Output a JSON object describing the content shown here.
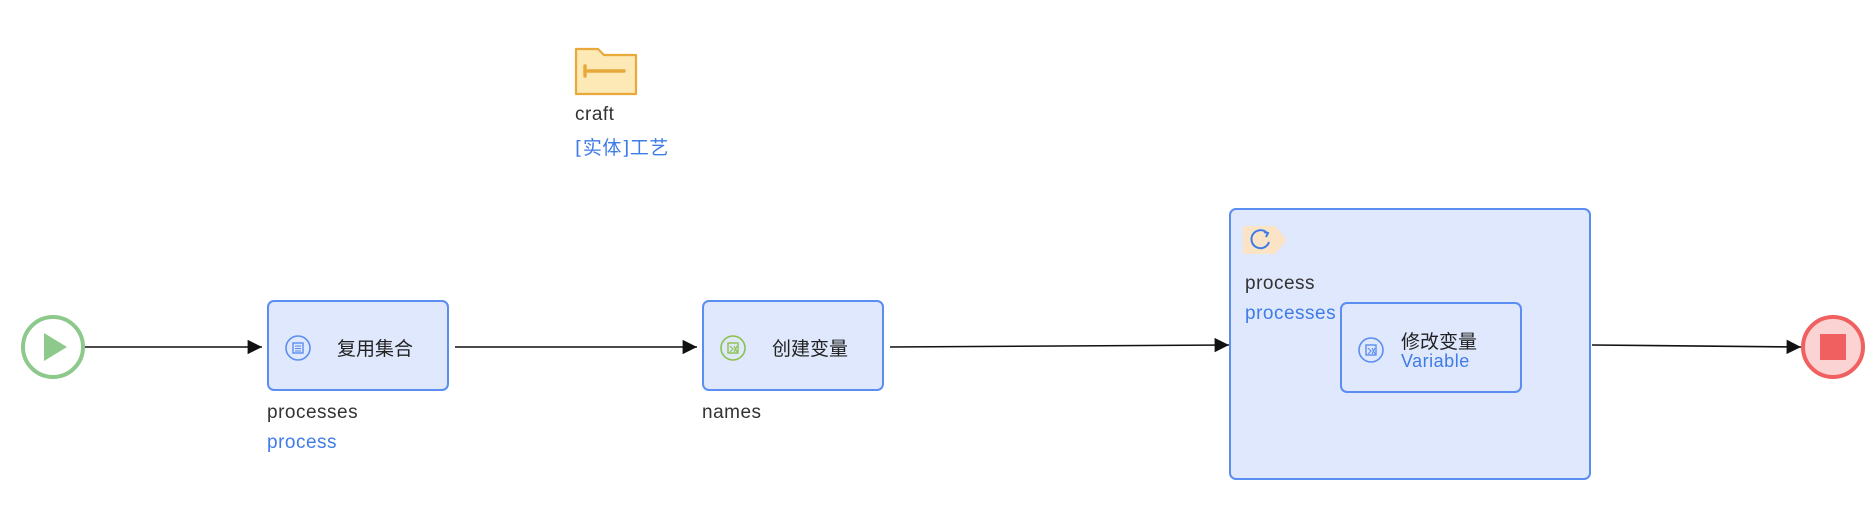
{
  "colors": {
    "task_fill": "#dfe8fc",
    "task_border": "#5b8ef0",
    "start_green": "#8cc98a",
    "end_red": "#f06060",
    "link_blue": "#3f7ce8",
    "folder_fill": "#fde9b5",
    "folder_stroke": "#e8a93a",
    "loop_badge": "#fbe3c6"
  },
  "data_object": {
    "icon": "folder-icon",
    "name": "craft",
    "type": "[实体]工艺"
  },
  "start_event": {
    "icon": "play-icon"
  },
  "end_event": {
    "icon": "stop-icon"
  },
  "tasks": [
    {
      "icon": "collection-icon",
      "label": "复用集合",
      "caption_name": "processes",
      "caption_type": "process"
    },
    {
      "icon": "variable-icon",
      "label": "创建变量",
      "caption_name": "names"
    }
  ],
  "loop": {
    "icon": "loop-icon",
    "caption_name": "process",
    "caption_type": "processes",
    "inner_task": {
      "icon": "variable-icon",
      "label": "修改变量",
      "sublabel": "Variable"
    }
  }
}
